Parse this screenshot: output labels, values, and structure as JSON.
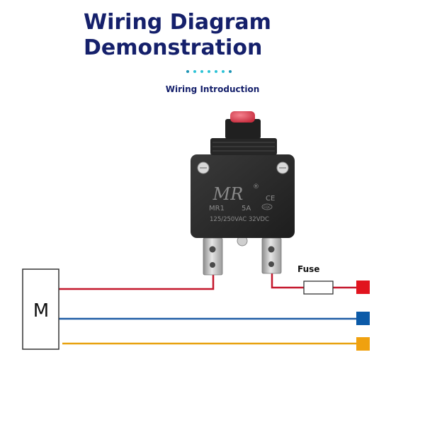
{
  "header": {
    "title_line1": "Wiring Diagram",
    "title_line2": "Demonstration",
    "subtitle": "Wiring Introduction"
  },
  "breaker": {
    "brand": "MR",
    "registered_mark": "®",
    "ce_mark": "CE",
    "cqc_mark": "CQC",
    "model": "MR1",
    "rating": "5A",
    "voltage": "125/250VAC 32VDC"
  },
  "motor": {
    "label": "M"
  },
  "fuse": {
    "label": "Fuse"
  },
  "colors": {
    "title": "#15206b",
    "accent_dots": "#2ec3d6",
    "wire_red": "#c4172c",
    "wire_blue": "#1f5da6",
    "wire_yellow": "#e8a20f",
    "terminal_red": "#e1141e",
    "terminal_blue": "#0b5aa8",
    "terminal_yellow": "#f0a10f",
    "breaker_body": "#2b2b2b",
    "button": "#e5485a"
  },
  "icons": [
    "circuit-breaker",
    "motor-box",
    "fuse",
    "wire-terminal"
  ]
}
